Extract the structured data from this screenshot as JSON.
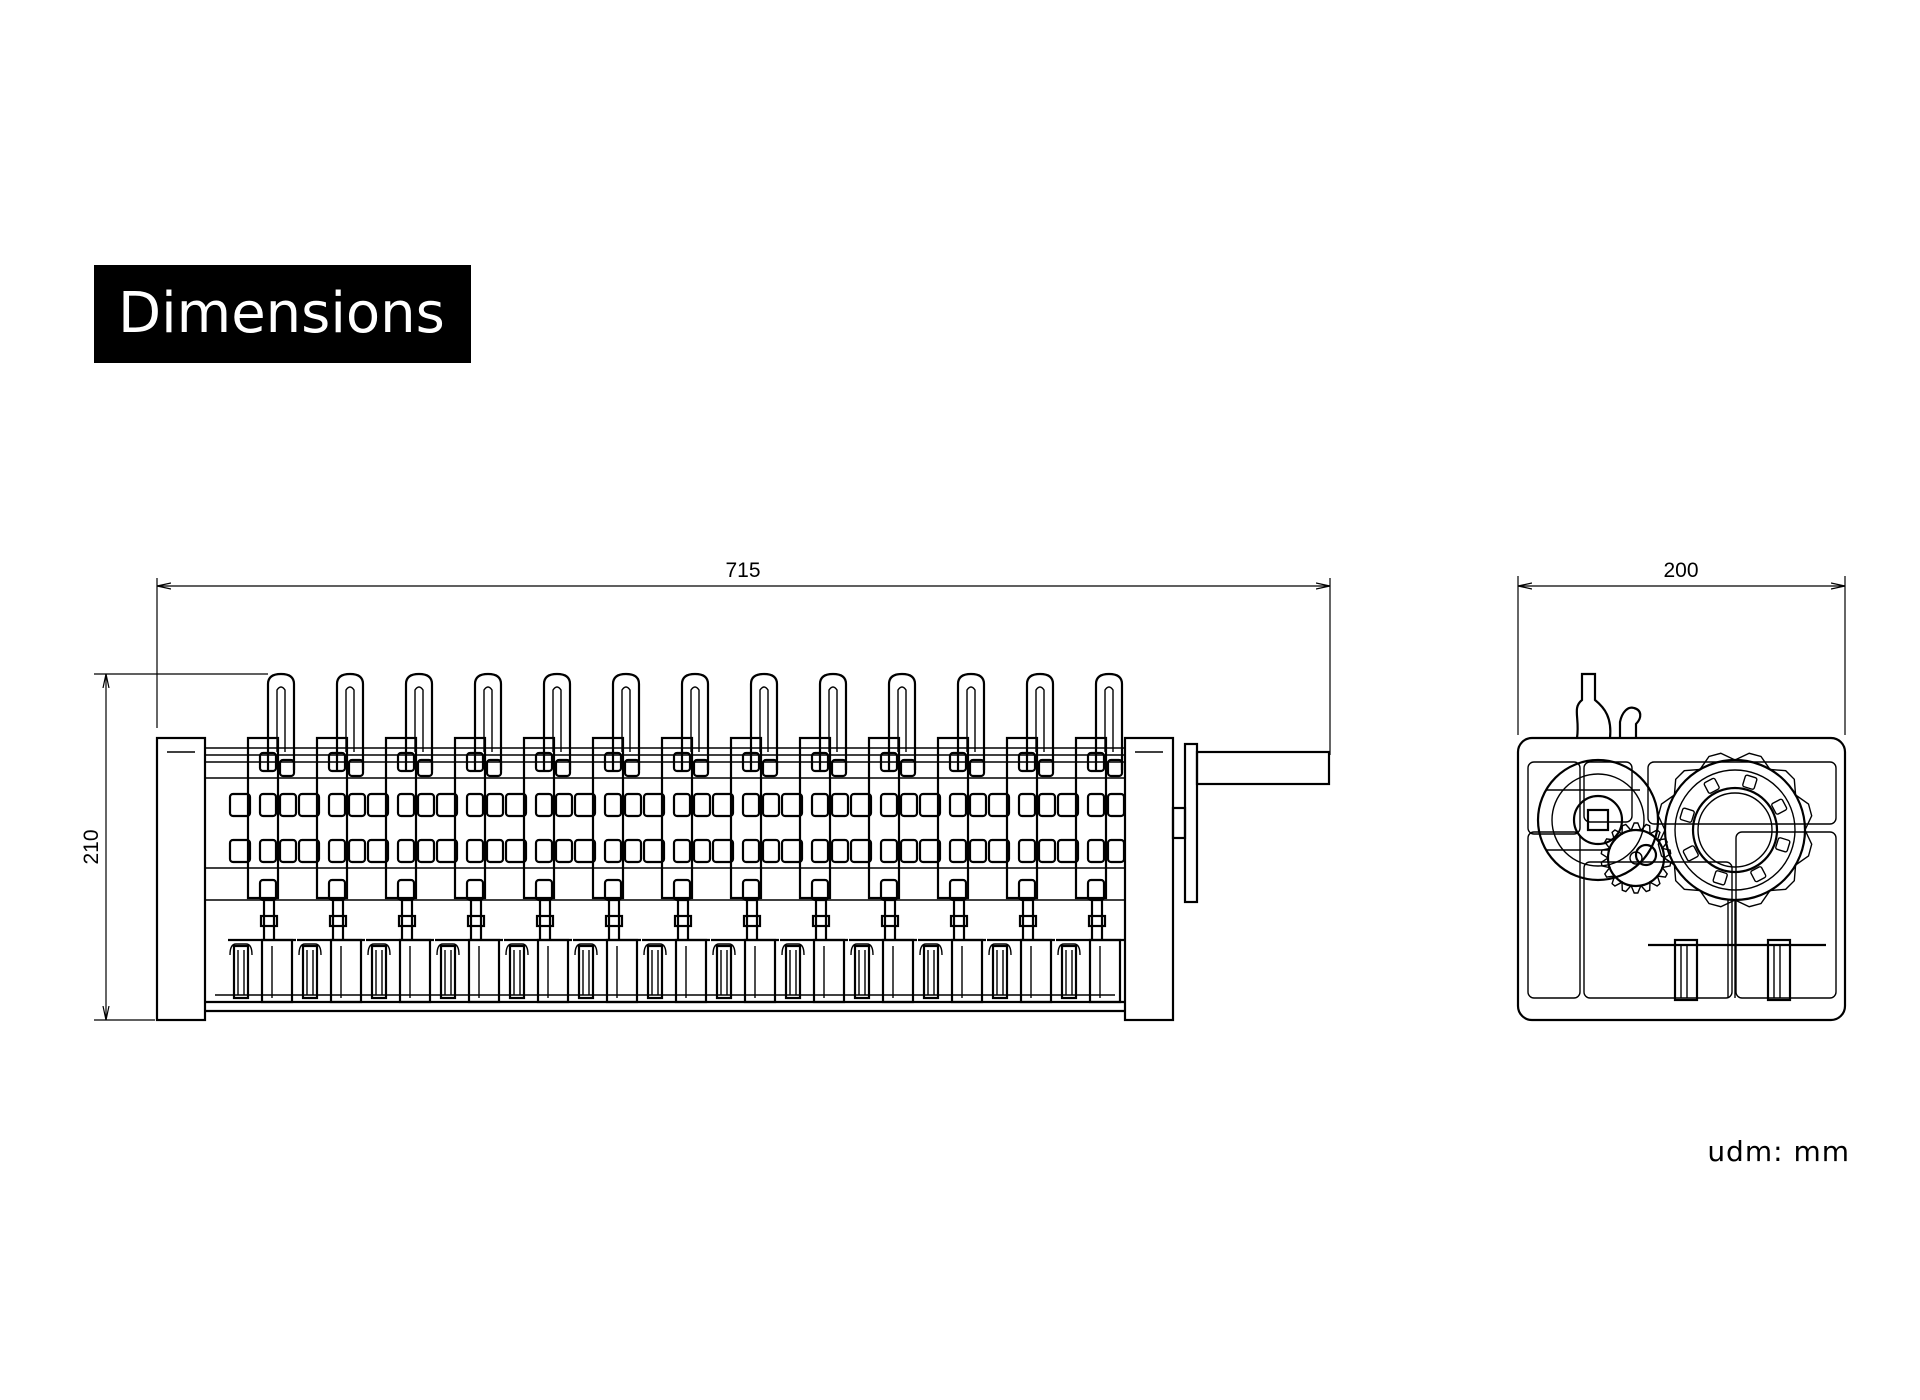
{
  "title": "Dimensions",
  "dimensions": {
    "front_width": "715",
    "front_height": "210",
    "side_width": "200"
  },
  "unit_note": "udm: mm"
}
